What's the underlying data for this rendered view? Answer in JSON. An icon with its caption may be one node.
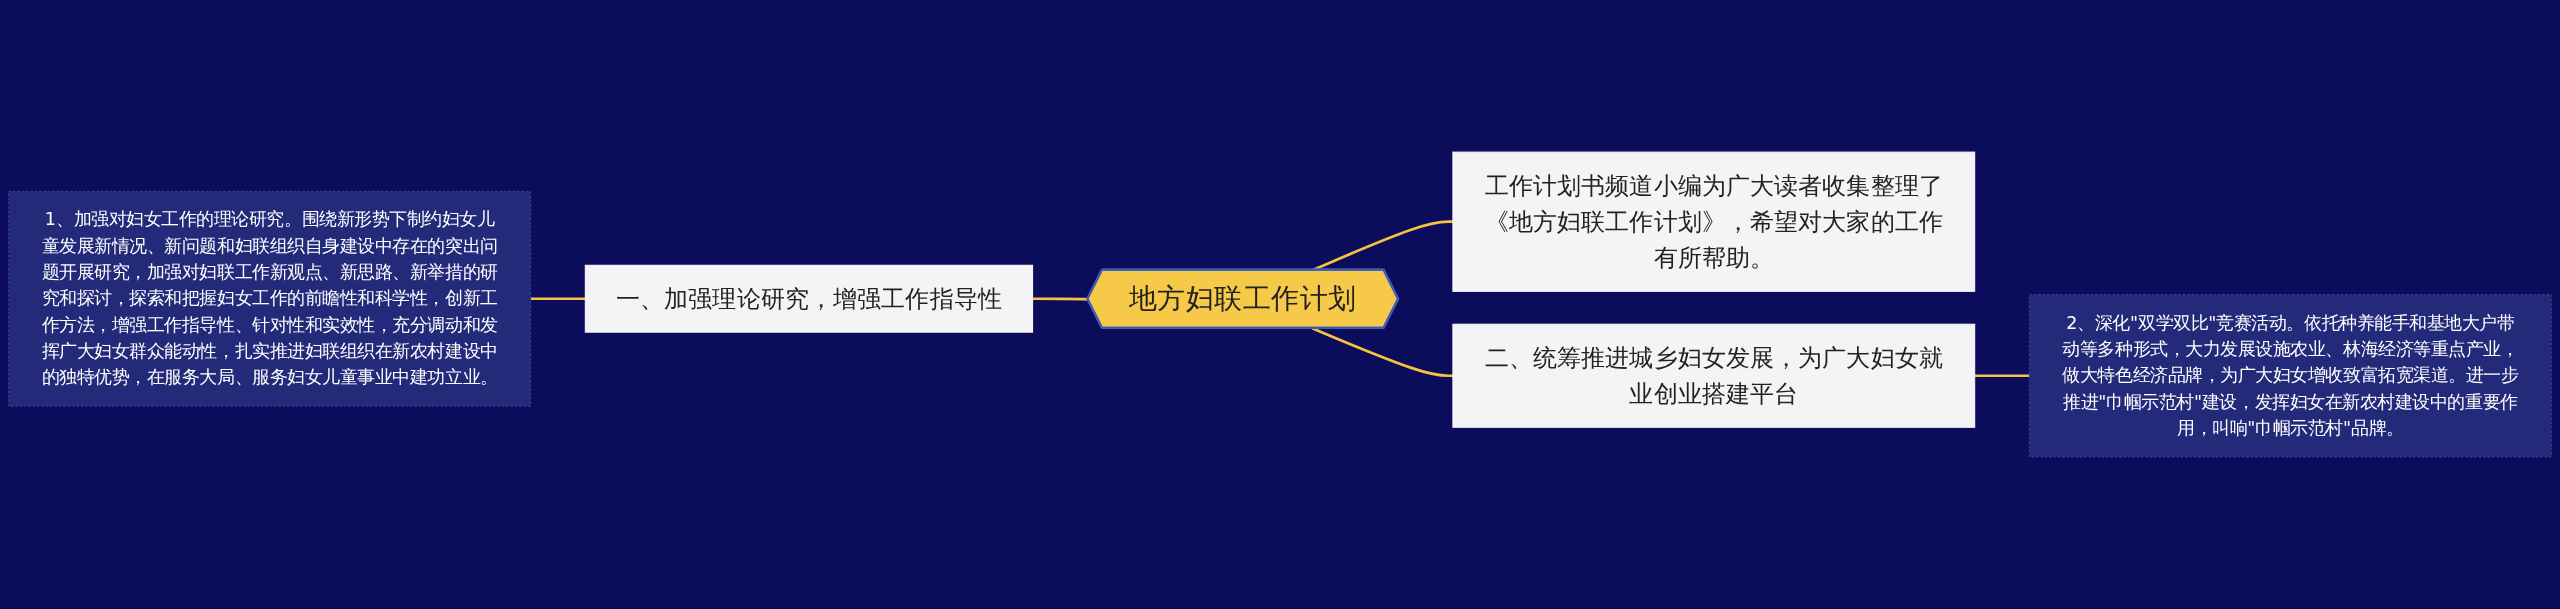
{
  "diagram": {
    "nodes": [
      {
        "text": [
          "地方妇联工作计划"
        ]
      },
      {
        "text": [
          "一、加强理论研究，增强工作指导性"
        ]
      },
      {
        "text": [
          "1、加强对妇女工作的理论研究。围绕新形势下制约妇女儿童发展新情况、新问题和妇联组织自身建设中存在的突出问题开展研究，加强对妇联工作新观点、新思路、新举措的研究和探讨，探索和把握妇女工作的前瞻性和科学性，创新工作方法，增强工作指导性、针对性和实效性，充分调动和发挥广大妇女群众能动性，扎实推进妇联组织在新农村建设中的独特优势，在服务大局、服务妇女儿童事业中建功立业。"
        ]
      },
      {
        "text": [
          "工作计划书频道小编为广大读者收集整理了《地方妇联工作计划》，希望对大家的工作有所帮助。"
        ]
      },
      {
        "text": [
          "二、统筹推进城乡妇女发展，为广大妇女就业创业搭建平台"
        ]
      },
      {
        "text": [
          "2、深化\"双学双比\"竞赛活动。依托种养能手和基地大户带动等多种形式，大力发展设施农业、林海经济等重点产业，做大特色经济品牌，为广大妇女增收致富拓宽渠道。进一步推进\"巾帼示范村\"建设，发挥妇女在新农村建设中的重要作用，叫响\"巾帼示范村\"品牌。"
        ]
      }
    ],
    "edges": [
      {
        "from": 2,
        "to": 1,
        "arrow": "none"
      },
      {
        "from": 1,
        "to": 0,
        "arrow": "none"
      },
      {
        "from": 0,
        "to": 3,
        "arrow": "none"
      },
      {
        "from": 0,
        "to": 4,
        "arrow": "none"
      },
      {
        "from": 4,
        "to": 5,
        "arrow": "none"
      }
    ]
  }
}
